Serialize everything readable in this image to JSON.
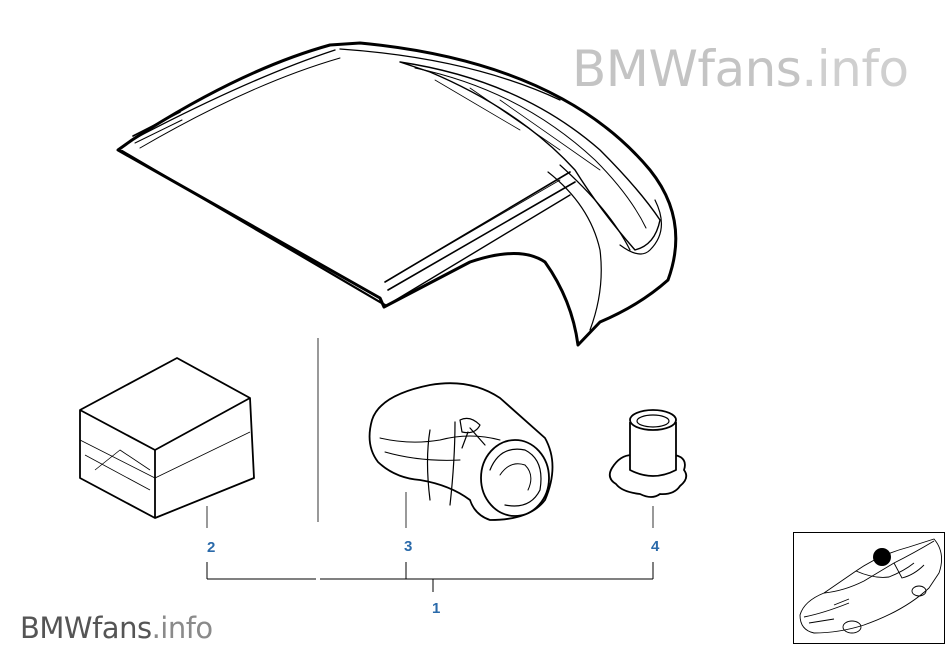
{
  "watermark": {
    "top_brand": "BMWfans",
    "top_suffix": ".info",
    "bottom_brand": "BMWfans",
    "bottom_suffix": ".info"
  },
  "parts": [
    {
      "id": "assembly",
      "number": "1"
    },
    {
      "id": "box",
      "number": "2"
    },
    {
      "id": "cover",
      "number": "3"
    },
    {
      "id": "nut",
      "number": "4"
    }
  ],
  "colors": {
    "label_blue": "#2a6aaa",
    "watermark_gray": "#c4c4c4",
    "line_black": "#000000"
  },
  "icons": {
    "hardtop": "hardtop-roof-illustration",
    "box": "storage-box-illustration",
    "cover": "rolled-cover-illustration",
    "nut": "flange-nut-illustration",
    "locator": "car-location-thumbnail"
  }
}
